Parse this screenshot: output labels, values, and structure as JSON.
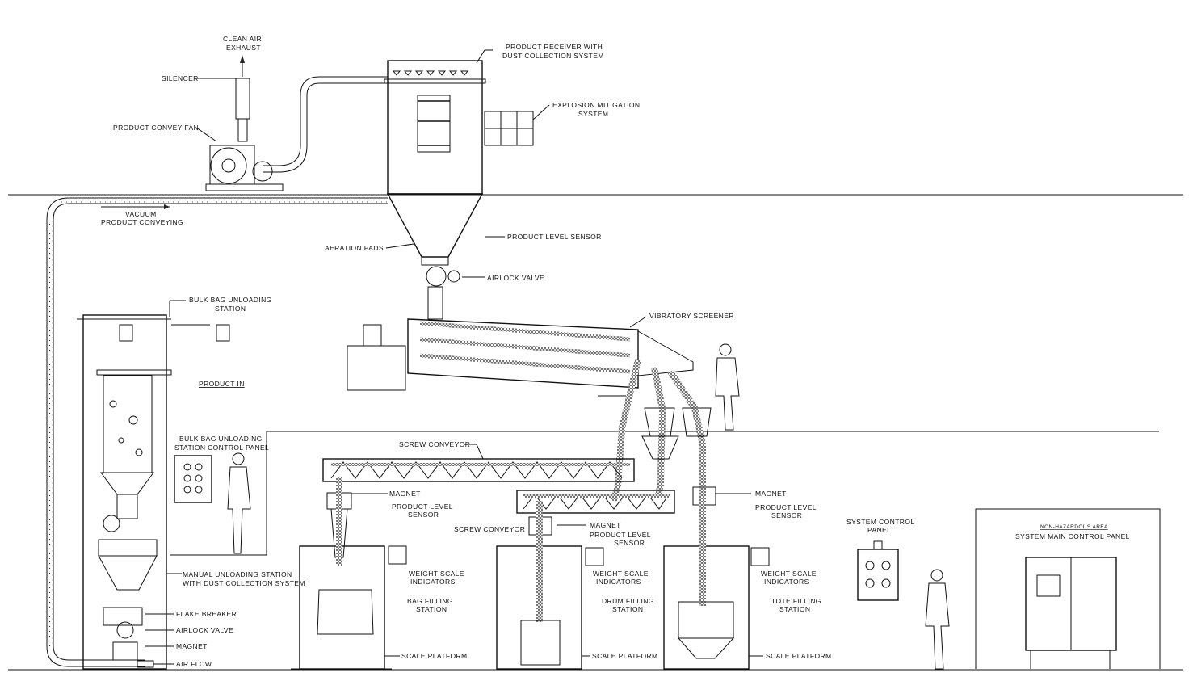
{
  "labels": {
    "clean_air_exhaust": [
      "CLEAN AIR",
      "EXHAUST"
    ],
    "silencer": "SILENCER",
    "product_convey_fan": "PRODUCT CONVEY FAN",
    "product_receiver": [
      "PRODUCT RECEIVER WITH",
      "DUST COLLECTION SYSTEM"
    ],
    "explosion_mitigation": [
      "EXPLOSION MITIGATION",
      "SYSTEM"
    ],
    "vacuum_conveying": [
      "VACUUM",
      "PRODUCT CONVEYING"
    ],
    "aeration_pads": "AERATION PADS",
    "product_level_sensor_top": "PRODUCT LEVEL SENSOR",
    "airlock_valve_top": "AIRLOCK VALVE",
    "bulk_bag_unloading_station": [
      "BULK BAG UNLOADING",
      "STATION"
    ],
    "vibratory_screener": "VIBRATORY SCREENER",
    "product_in": "PRODUCT IN",
    "bulk_bag_control_panel": [
      "BULK BAG UNLOADING",
      "STATION CONTROL PANEL"
    ],
    "screw_conveyor_upper": "SCREW CONVEYOR",
    "magnet_left": "MAGNET",
    "product_level_sensor_left": [
      "PRODUCT LEVEL",
      "SENSOR"
    ],
    "screw_conveyor_lower": "SCREW CONVEYOR",
    "magnet_middle": "MAGNET",
    "product_level_sensor_middle": [
      "PRODUCT LEVEL",
      "SENSOR"
    ],
    "magnet_right": "MAGNET",
    "product_level_sensor_right": [
      "PRODUCT LEVEL",
      "SENSOR"
    ],
    "system_control_panel": [
      "SYSTEM CONTROL",
      "PANEL"
    ],
    "non_hazardous_area": "NON-HAZARDOUS AREA",
    "system_main_control_panel": "SYSTEM MAIN CONTROL PANEL",
    "manual_unloading_station": [
      "MANUAL UNLOADING STATION",
      "WITH DUST COLLECTION SYSTEM"
    ],
    "weight_scale_left": [
      "WEIGHT SCALE",
      "INDICATORS"
    ],
    "weight_scale_middle": [
      "WEIGHT SCALE",
      "INDICATORS"
    ],
    "weight_scale_right": [
      "WEIGHT SCALE",
      "INDICATORS"
    ],
    "bag_filling_station": [
      "BAG FILLING",
      "STATION"
    ],
    "drum_filling_station": [
      "DRUM FILLING",
      "STATION"
    ],
    "tote_filling_station": [
      "TOTE FILLING",
      "STATION"
    ],
    "flake_breaker": "FLAKE BREAKER",
    "airlock_valve_bottom": "AIRLOCK VALVE",
    "magnet_bottom": "MAGNET",
    "air_flow": "AIR FLOW",
    "scale_platform_left": "SCALE PLATFORM",
    "scale_platform_middle": "SCALE PLATFORM",
    "scale_platform_right": "SCALE PLATFORM"
  },
  "colors": {
    "line": "#111111",
    "background": "#ffffff"
  }
}
